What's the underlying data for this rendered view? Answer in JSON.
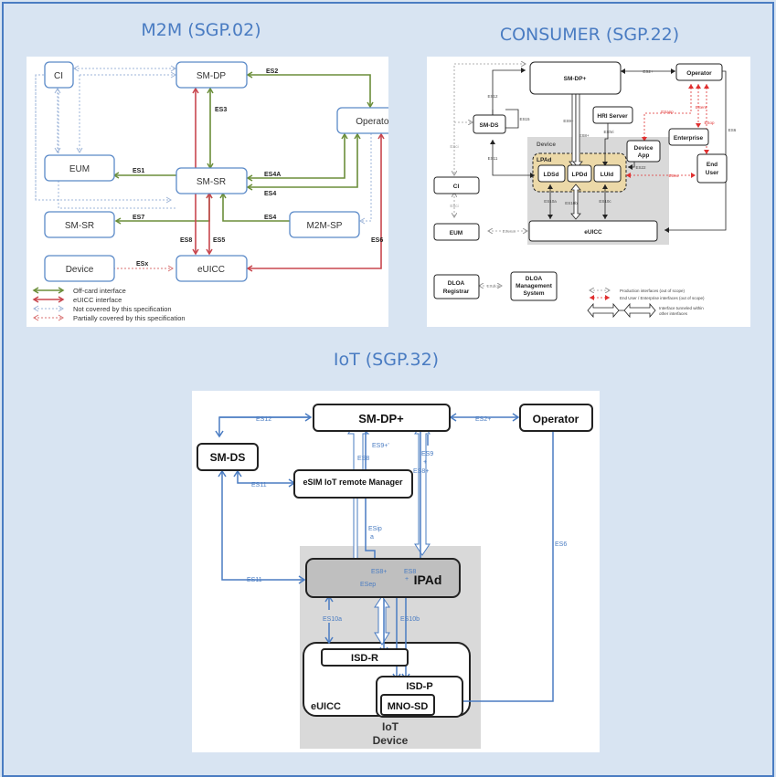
{
  "titles": {
    "m2m": "M2M (SGP.02)",
    "consumer": "CONSUMER (SGP.22)",
    "iot": "IoT (SGP.32)"
  },
  "colors": {
    "title": "#4a7cc2",
    "off_card": "#6b8e3a",
    "euicc_iface": "#c8464e",
    "not_covered": "#9db4d8",
    "partial": "#d87070",
    "node_border_m2m": "#5b8ac8",
    "iot_arrow": "#4a7cc2",
    "consumer_red": "#e03030",
    "lpad_fill": "#ecd9a8",
    "device_fill": "#d9d9d9"
  },
  "m2m": {
    "nodes": {
      "ci": "CI",
      "smdp": "SM-DP",
      "operator": "Operator",
      "eum": "EUM",
      "smsr": "SM-SR",
      "smsr2": "SM-SR",
      "m2msp": "M2M-SP",
      "device": "Device",
      "euicc": "eUICC"
    },
    "interfaces": {
      "es1": "ES1",
      "es2": "ES2",
      "es3": "ES3",
      "es4a": "ES4A",
      "es4": "ES4",
      "es4b": "ES4",
      "es5": "ES5",
      "es6": "ES6",
      "es7": "ES7",
      "es8": "ES8",
      "esx": "ESx"
    },
    "legend": [
      {
        "label": "Off-card  interface"
      },
      {
        "label": "eUICC  interface"
      },
      {
        "label": "Not covered by this specification"
      },
      {
        "label": "Partially covered by this specification"
      }
    ]
  },
  "consumer": {
    "nodes": {
      "smdpp": "SM-DP+",
      "operator": "Operator",
      "smds": "SM-DS",
      "hri": "HRI Server",
      "enterprise": "Enterprise",
      "device_app_1": "Device",
      "device_app_2": "App",
      "end_user_1": "End",
      "end_user_2": "User",
      "ci": "CI",
      "eum": "EUM",
      "euicc": "eUICC",
      "device_label": "Device",
      "lpad": "LPAd",
      "ldsd": "LDSd",
      "lpdd": "LPDd",
      "luid": "LUId",
      "dloa_reg_1": "DLOA",
      "dloa_reg_2": "Registrar",
      "dloa_mgmt_1": "DLOA",
      "dloa_mgmt_2": "Management",
      "dloa_mgmt_3": "System"
    },
    "interfaces": {
      "es2p": "ES2+",
      "es12": "ES12",
      "es15": "ES15",
      "es9p": "ES9+",
      "es8p": "ES8+",
      "eshri": "EShri",
      "es11": "ES11",
      "esci": "ESci",
      "esci2": "ESci",
      "es22": "ES22",
      "es10a": "ES10a",
      "es10b": "ES10b",
      "es10c": "ES10c",
      "eseum": "ESeum",
      "es6": "ES6",
      "esapp": "ESapp",
      "esent": "ESent",
      "esop": "ESop",
      "eseu": "ESeu",
      "esdloa": "ESdloa"
    },
    "legend": [
      {
        "label": "Production interfaces (out of scope)"
      },
      {
        "label": "End User / Enterprise interfaces (out of scope)"
      },
      {
        "label": "Interface tunneled within"
      },
      {
        "label": "other interfaces"
      }
    ]
  },
  "iot": {
    "nodes": {
      "smdpp": "SM-DP+",
      "operator": "Operator",
      "smds": "SM-DS",
      "eim": "eSIM IoT remote Manager",
      "ipad": "IPAd",
      "isdr": "ISD-R",
      "isdp": "ISD-P",
      "mnosd": "MNO-SD",
      "euicc": "eUICC",
      "device_1": "IoT",
      "device_2": "Device"
    },
    "interfaces": {
      "es12": "ES12",
      "es2p": "ES2+",
      "es11a": "ES11",
      "es11b": "ES11",
      "es9pp": "ES9+'",
      "es8": "ES8",
      "es9": "ES9",
      "es9plus": "+",
      "es8p": "ES8+",
      "esipa_1": "ESip",
      "esipa_2": "a",
      "es6": "ES6",
      "es8p2": "ES8+",
      "es8_2": "ES8",
      "es8_2plus": "+",
      "esep": "ESep",
      "es10a": "ES10a",
      "es10b": "ES10b"
    }
  }
}
